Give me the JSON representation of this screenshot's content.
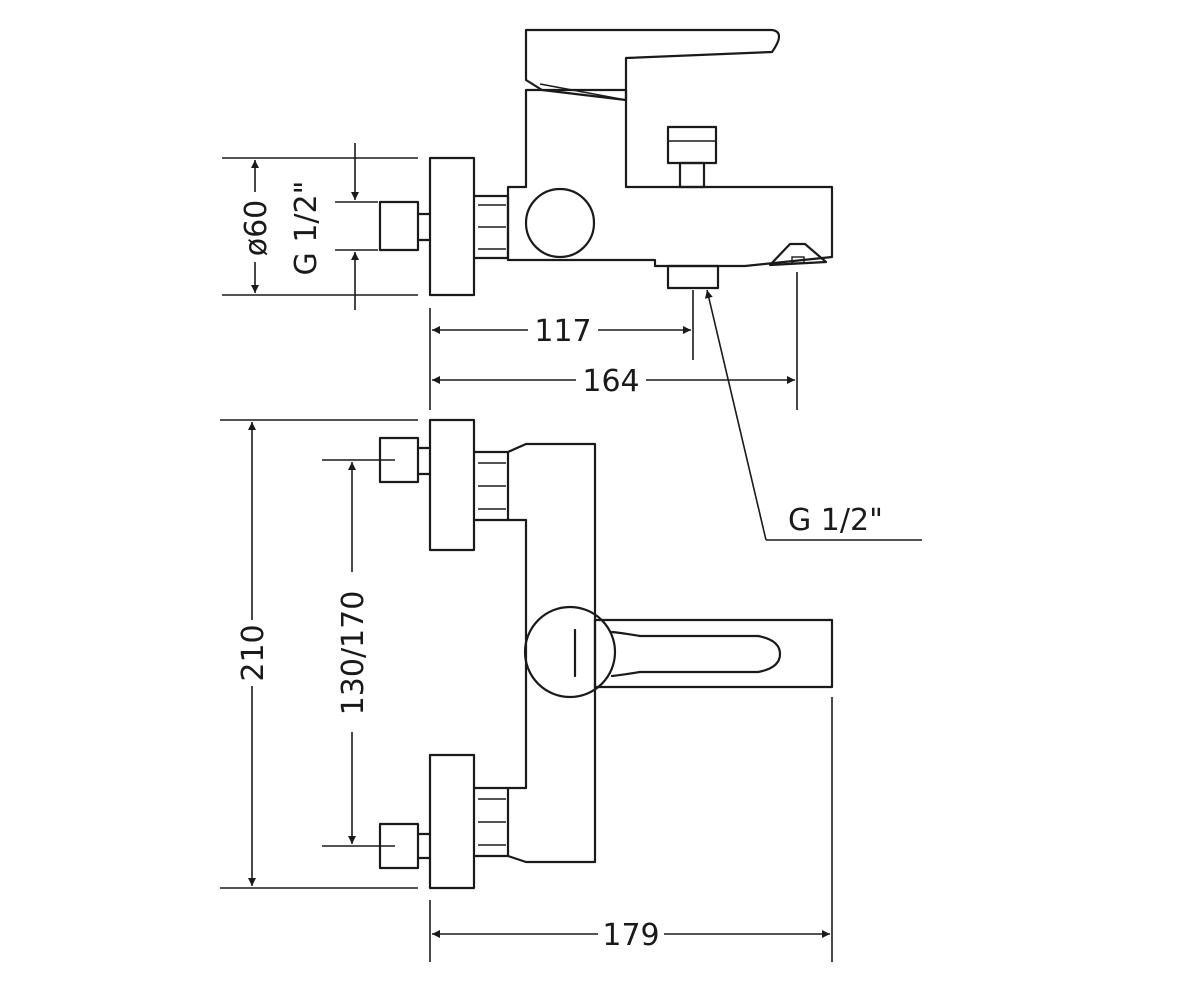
{
  "drawing": {
    "dimensions": {
      "diameter": "ø60",
      "thread_inlet": "G  1/2\"",
      "offset_117": "117",
      "offset_164": "164",
      "thread_outlet": "G  1/2\"",
      "height_210": "210",
      "centers": "130/170",
      "width_179": "179"
    },
    "colors": {
      "line": "#1a1a1a",
      "background": "#ffffff"
    }
  }
}
